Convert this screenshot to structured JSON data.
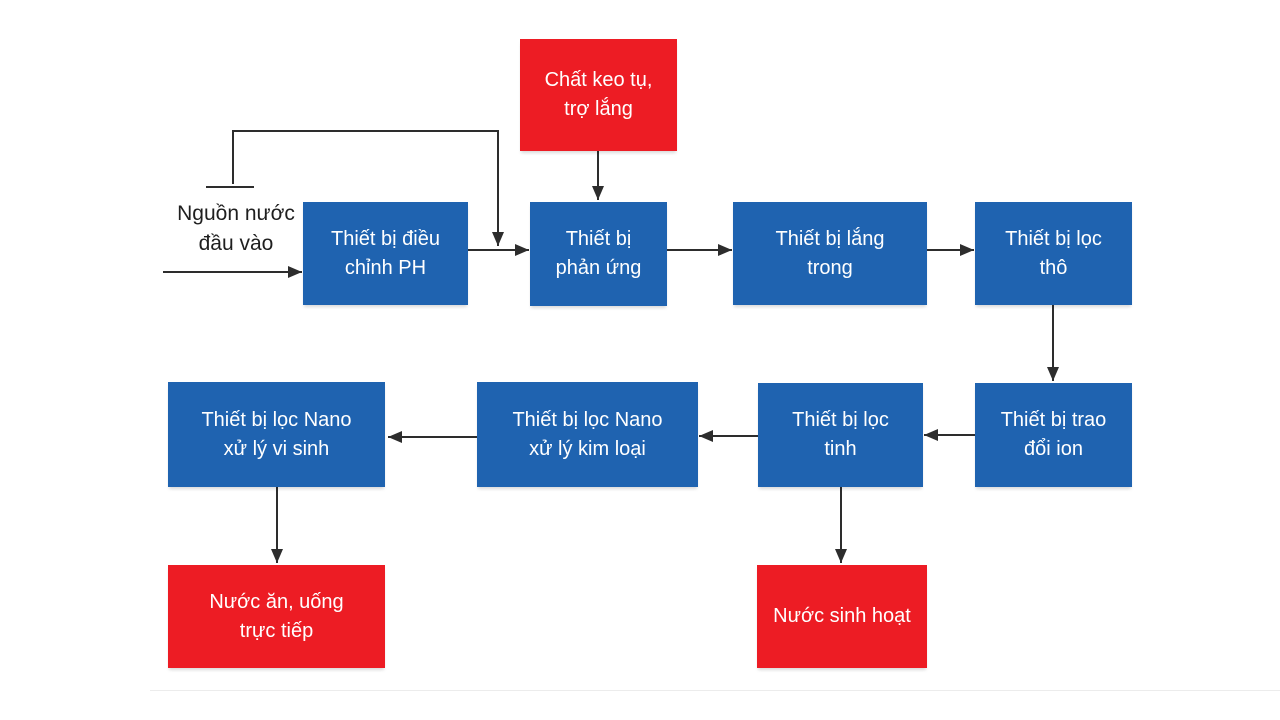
{
  "colors": {
    "process_box": "#1f63b0",
    "io_box": "#ed1c24",
    "box_text": "#ffffff",
    "connector": "#2d2d2d",
    "label_text": "#1f1f1f",
    "background": "#ffffff"
  },
  "labels": {
    "source": "Nguồn nước\nđầu vào"
  },
  "nodes": {
    "chat_keo_tu": {
      "label": "Chất keo tụ,\ntrợ lắng",
      "type": "input"
    },
    "dieu_chinh_ph": {
      "label": "Thiết bị điều\nchỉnh PH",
      "type": "process"
    },
    "phan_ung": {
      "label": "Thiết bị\nphản ứng",
      "type": "process"
    },
    "lang_trong": {
      "label": "Thiết bị lắng\ntrong",
      "type": "process"
    },
    "loc_tho": {
      "label": "Thiết bị lọc\nthô",
      "type": "process"
    },
    "trao_doi_ion": {
      "label": "Thiết bị trao\nđổi ion",
      "type": "process"
    },
    "loc_tinh": {
      "label": "Thiết bị lọc\ntinh",
      "type": "process"
    },
    "nano_kim_loai": {
      "label": "Thiết bị lọc Nano\nxử lý kim loại",
      "type": "process"
    },
    "nano_vi_sinh": {
      "label": "Thiết bị lọc Nano\nxử lý vi sinh",
      "type": "process"
    },
    "nuoc_an_uong": {
      "label": "Nước ăn, uống\ntrực tiếp",
      "type": "output"
    },
    "nuoc_sinh_hoat": {
      "label": "Nước sinh hoạt",
      "type": "output"
    }
  }
}
